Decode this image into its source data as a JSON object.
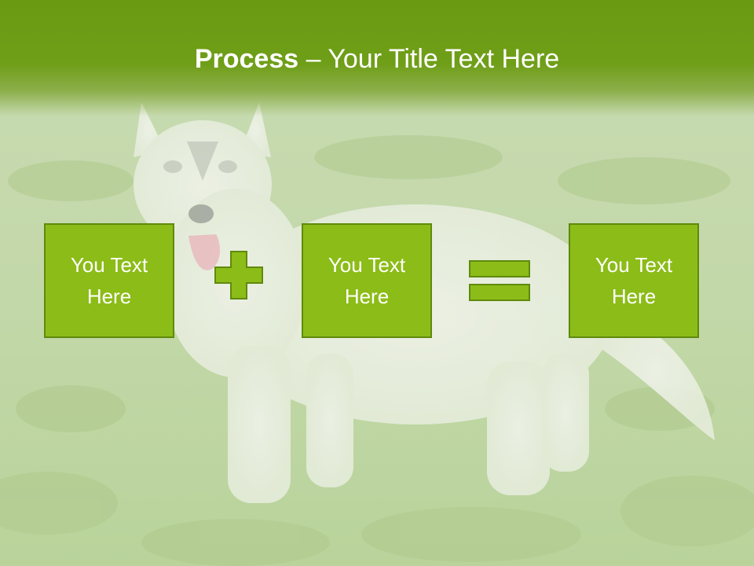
{
  "slide": {
    "title_bold": "Process",
    "title_rest": " – Your Title Text Here",
    "boxes": [
      {
        "text": "You Text Here"
      },
      {
        "text": "You Text Here"
      },
      {
        "text": "You Text Here"
      }
    ],
    "operators": [
      "plus-icon",
      "equals-icon"
    ],
    "colors": {
      "header": "#6a9a12",
      "box_fill": "#8cbc17",
      "box_border": "#5f8a0d",
      "text": "#ffffff"
    },
    "background_image": "husky puppy on grass (faded)"
  }
}
